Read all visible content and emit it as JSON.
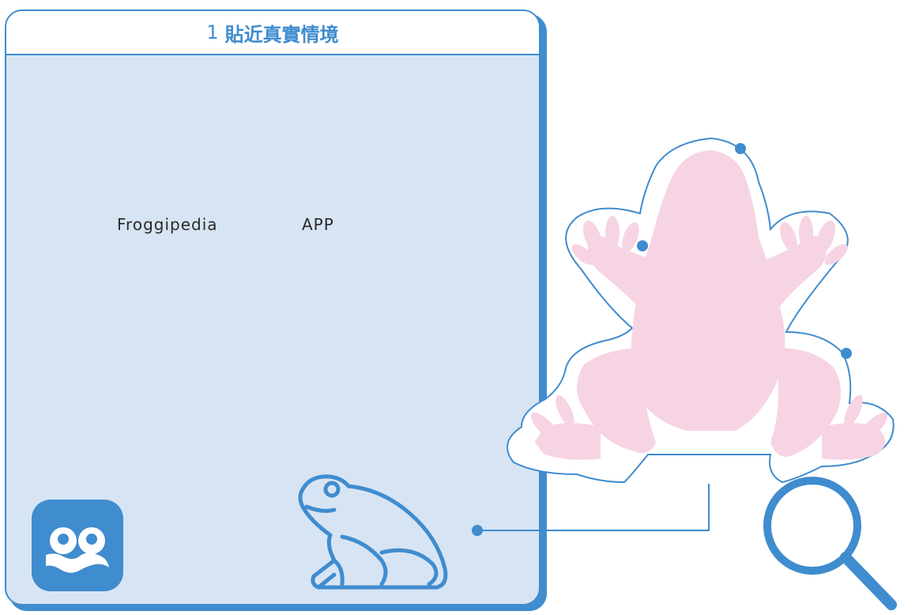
{
  "header": {
    "number": "1",
    "title": "貼近真實情境"
  },
  "app": {
    "name": "Froggipedia",
    "suffix": "APP"
  },
  "colors": {
    "accent": "#3f8ccf",
    "panel": "#d7e4f3",
    "frog_pink": "#f6d4e4"
  },
  "icons": [
    "app-logo-icon",
    "frog-outline-icon",
    "frog-illustration",
    "magnifier-icon"
  ]
}
